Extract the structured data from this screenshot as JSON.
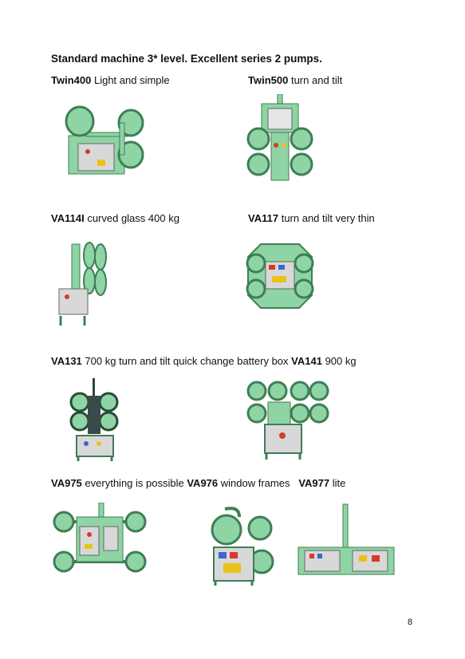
{
  "heading": "Standard machine 3* level. Excellent series 2 pumps.",
  "captions": [
    {
      "model": "Twin400",
      "desc": "Light and simple"
    },
    {
      "model": "Twin500",
      "desc": "turn and tilt"
    },
    {
      "model": "VA114I",
      "desc": "curved glass 400 kg"
    },
    {
      "model": "VA117",
      "desc": "turn and tilt very thin"
    },
    {
      "model": "VA131",
      "desc": "700 kg turn and tilt quick change battery box",
      "model2": "VA141",
      "desc2": "900 kg"
    },
    {
      "model": "VA975",
      "desc": "everything is possible",
      "model2": "VA976",
      "desc2": "window frames",
      "model3": "VA977",
      "desc3": "lite"
    }
  ],
  "page_number": "8",
  "colors": {
    "machine_green": "#8fd4a4",
    "machine_dark": "#3f7e55",
    "control_box": "#d8d8d8",
    "label_red": "#d83a2a",
    "label_yellow": "#e8c21a"
  }
}
